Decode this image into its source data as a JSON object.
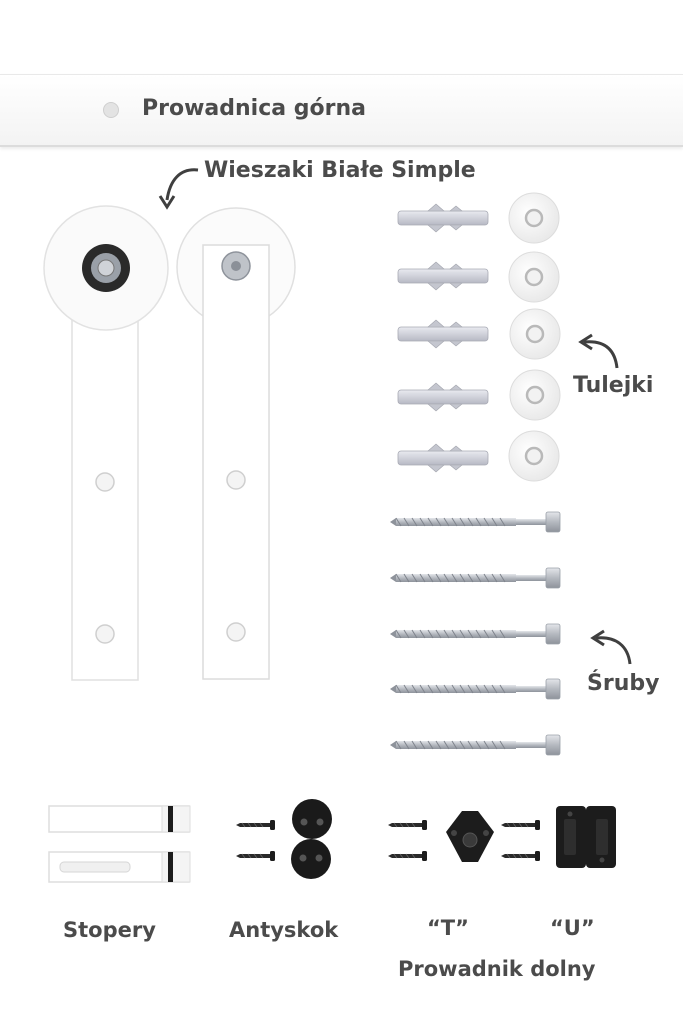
{
  "labels": {
    "top_rail": "Prowadnica górna",
    "hangers": "Wieszaki Białe Simple",
    "bushings": "Tulejki",
    "screws": "Śruby",
    "stoppers": "Stopery",
    "anti_jump": "Antyskok",
    "guide_t": "“T”",
    "guide_u": "“U”",
    "floor_guide": "Prowadnik dolny"
  },
  "colors": {
    "text": "#4b4b4b",
    "white_part": "#ffffff",
    "black_part": "#1c1c1c",
    "metal": "#b9bcc2"
  },
  "icons": {
    "arrow": "curved-arrow-icon"
  }
}
